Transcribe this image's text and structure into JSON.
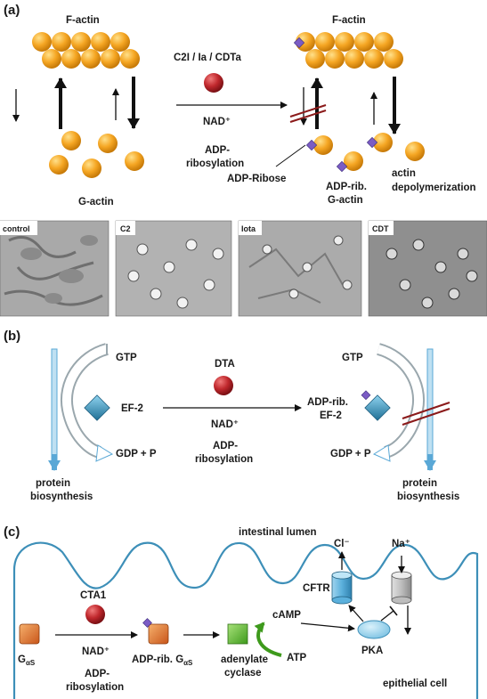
{
  "panels": {
    "a": {
      "label": "(a)",
      "factin_left": "F-actin",
      "factin_right": "F-actin",
      "toxins": "C2I / Ia / CDTa",
      "nad": "NAD⁺",
      "adp_line1": "ADP-",
      "adp_line2": "ribosylation",
      "gactin": "G-actin",
      "adp_ribose": "ADP-Ribose",
      "adp_rib_gactin_l1": "ADP-rib.",
      "adp_rib_gactin_l2": "G-actin",
      "depol_l1": "actin",
      "depol_l2": "depolymerization",
      "photos": [
        "control",
        "C2",
        "Iota",
        "CDT"
      ]
    },
    "b": {
      "label": "(b)",
      "gtp_left": "GTP",
      "gtp_right": "GTP",
      "dta": "DTA",
      "ef2": "EF-2",
      "adp_rib_ef2_l1": "ADP-rib.",
      "adp_rib_ef2_l2": "EF-2",
      "nad": "NAD⁺",
      "adp_l1": "ADP-",
      "adp_l2": "ribosylation",
      "gdp_left": "GDP + P",
      "gdp_right": "GDP + P",
      "protein_l1": "protein",
      "protein_l2": "biosynthesis",
      "protein_r1": "protein",
      "protein_r2": "biosynthesis"
    },
    "c": {
      "label": "(c)",
      "lumen": "intestinal lumen",
      "cl": "Cl⁻",
      "na": "Na⁺",
      "cftr": "CFTR",
      "cta1": "CTA1",
      "camp": "cAMP",
      "atp": "ATP",
      "pka": "PKA",
      "g_main": "G",
      "g_sub": "αS",
      "nad": "NAD⁺",
      "adp_rib_g": "ADP-rib. G",
      "adp_rib_g_sub": "αS",
      "adenylate_l1": "adenylate",
      "adenylate_l2": "cyclase",
      "adp_l1": "ADP-",
      "adp_l2": "ribosylation",
      "epithelial": "epithelial cell"
    }
  },
  "colors": {
    "actin": "#f5a623",
    "toxin": "#c0282d",
    "ef2": "#3b9bbf",
    "gprotein": "#e8772e",
    "adenylate": "#69c23a",
    "adp_ribose_tag": "#7b5cc4",
    "cell_outline": "#3d8fb8",
    "blue_arrow": "#5aa8d6"
  }
}
